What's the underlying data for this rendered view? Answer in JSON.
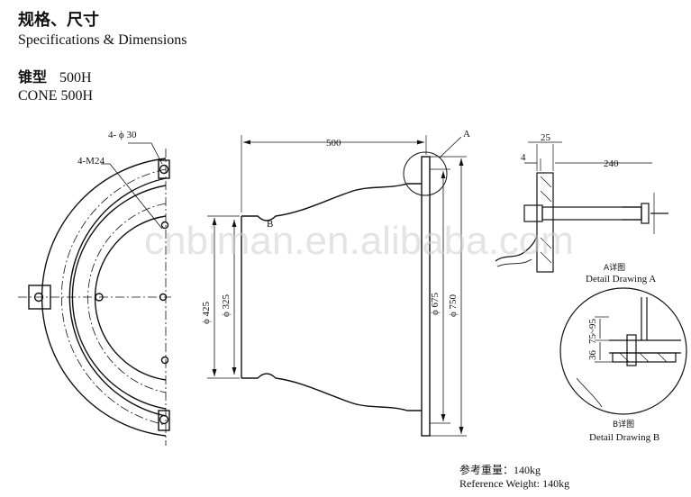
{
  "header": {
    "title_cn": "规格、尺寸",
    "title_en": "Specifications & Dimensions"
  },
  "model": {
    "label_cn": "锥型",
    "value_cn": "500H",
    "line_en": "CONE 500H"
  },
  "annotations": {
    "holes_30": "4- ϕ 30",
    "bolts_m24": "4-M24",
    "dim_500": "500",
    "dim_425": "ϕ 425",
    "dim_325": "ϕ 325",
    "dim_675": "ϕ 675",
    "dim_750": "ϕ 750",
    "mark_a": "A",
    "mark_b": "B",
    "dim_25": "25",
    "dim_4": "4",
    "dim_240": "240",
    "dim_75_95": "75~95",
    "dim_36": "36"
  },
  "details": {
    "a_cn": "A详图",
    "a_en": "Detail Drawing A",
    "b_cn": "B详图",
    "b_en": "Detail Drawing B"
  },
  "weight": {
    "cn": "参考重量：140kg",
    "en": "Reference Weight:  140kg"
  },
  "watermark": "cnbiman.en.alibaba.com"
}
